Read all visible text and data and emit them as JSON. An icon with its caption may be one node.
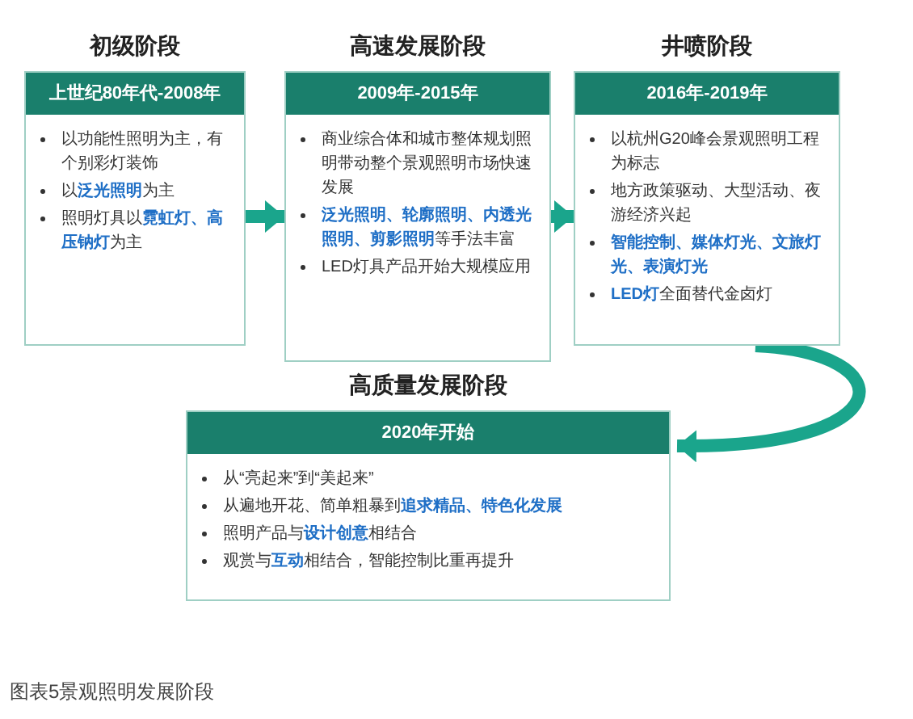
{
  "diagram": {
    "caption": "图表5景观照明发展阶段",
    "nodes": [
      {
        "text": [
          "初级阶段",
          "上世纪80年代-2008年",
          "以功能性照明为主，有个别彩灯装饰",
          "以**泛光照明**为主",
          "照明灯具以**霓虹灯、高压钠灯**为主"
        ]
      },
      {
        "text": [
          "高速发展阶段",
          "2009年-2015年",
          "商业综合体和城市整体规划照明带动整个景观照明市场快速发展",
          "**泛光照明、轮廓照明、内透光照明、剪影照明**等手法丰富",
          "LED灯具产品开始大规模应用"
        ]
      },
      {
        "text": [
          "井喷阶段",
          "2016年-2019年",
          "以杭州G20峰会景观照明工程为标志",
          "地方政策驱动、大型活动、夜游经济兴起",
          "**智能控制、媒体灯光、文旅灯光、表演灯光**",
          "**LED灯**全面替代金卤灯"
        ]
      },
      {
        "text": [
          "高质量发展阶段",
          "2020年开始",
          "从“亮起来”到“美起来”",
          "从遍地开花、简单粗暴到**追求精品、特色化发展**",
          "照明产品与**设计创意**相结合",
          "观赏与**互动**相结合，智能控制比重再提升"
        ]
      }
    ],
    "edges": [
      {
        "from": 0,
        "to": 1,
        "arrow": "to"
      },
      {
        "from": 1,
        "to": 2,
        "arrow": "to"
      },
      {
        "from": 2,
        "to": 3,
        "arrow": "to"
      }
    ]
  }
}
